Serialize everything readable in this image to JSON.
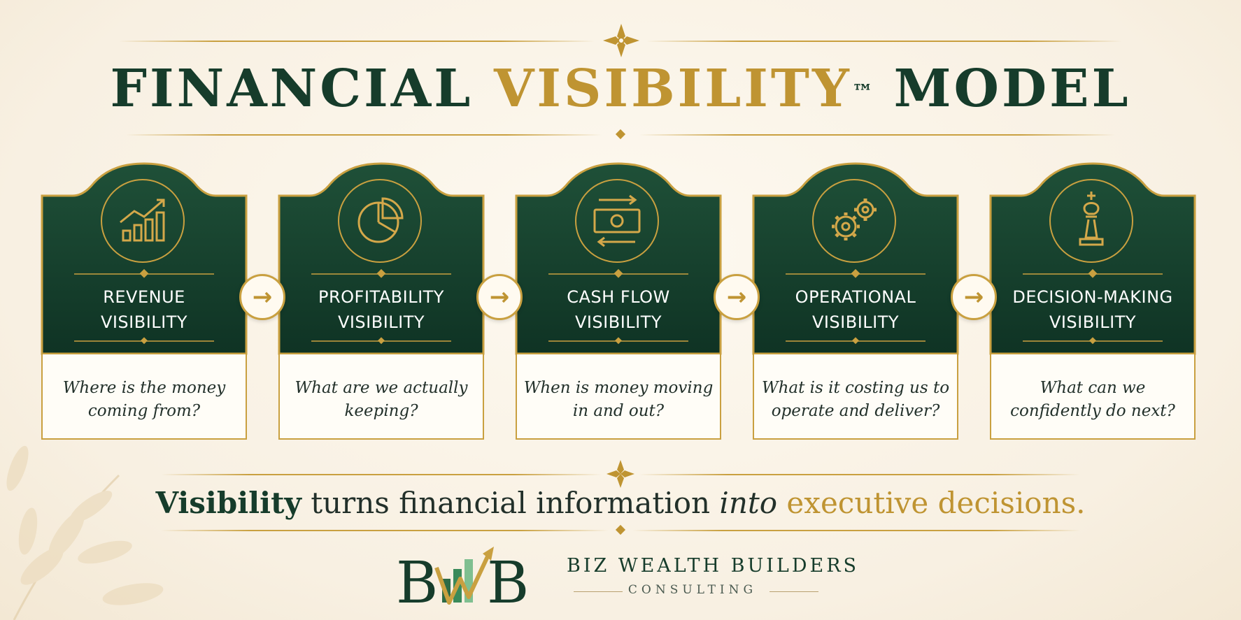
{
  "title": {
    "part1": "FINANCIAL",
    "part2": "VISIBILITY",
    "tm": "™",
    "part3": "MODEL"
  },
  "cards": [
    {
      "title_line1": "REVENUE",
      "title_line2": "VISIBILITY",
      "question": "Where is the money coming from?",
      "icon": "growth-chart-icon"
    },
    {
      "title_line1": "PROFITABILITY",
      "title_line2": "VISIBILITY",
      "question": "What are we actually keeping?",
      "icon": "pie-chart-icon"
    },
    {
      "title_line1": "CASH FLOW",
      "title_line2": "VISIBILITY",
      "question": "When is money moving in and out?",
      "icon": "cash-exchange-icon"
    },
    {
      "title_line1": "OPERATIONAL",
      "title_line2": "VISIBILITY",
      "question": "What is it costing us to operate and deliver?",
      "icon": "gears-icon"
    },
    {
      "title_line1": "DECISION-MAKING",
      "title_line2": "VISIBILITY",
      "question": "What can we confidently do next?",
      "icon": "chess-king-icon"
    }
  ],
  "arrow_glyph": "→",
  "tagline": {
    "bold": "Visibility",
    "mid": " turns financial information ",
    "italic": "into",
    "end": " executive decisions."
  },
  "brand": {
    "name": "BIZ WEALTH BUILDERS",
    "sub": "CONSULTING",
    "logo_text": "BWB"
  },
  "colors": {
    "green": "#163c2b",
    "gold": "#bf9432",
    "cream": "#fbf6ec"
  }
}
